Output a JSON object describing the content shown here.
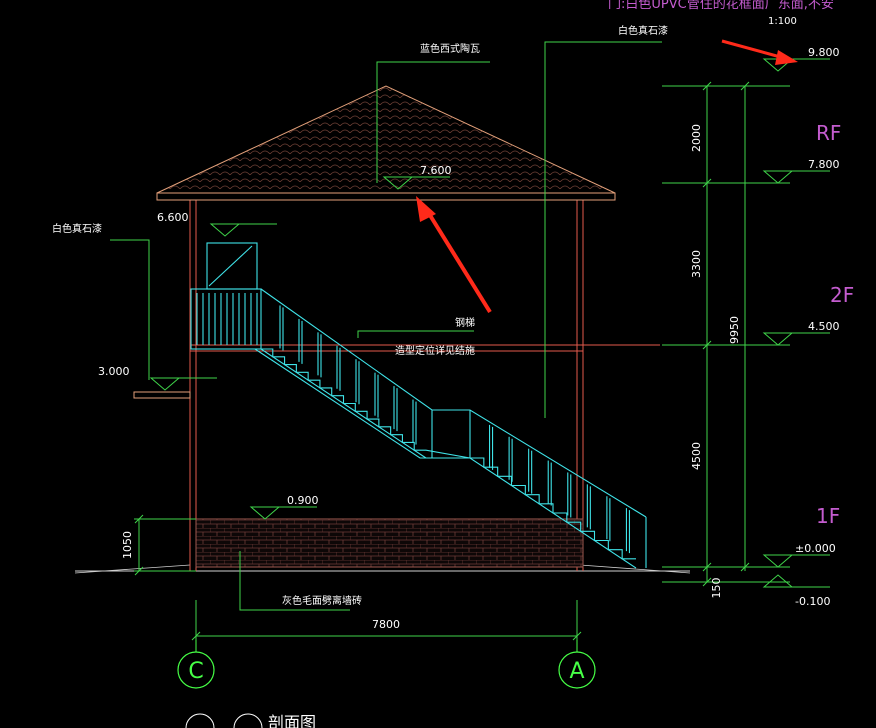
{
  "header": {
    "top_note": "门:白色UPVC管住的花框面厂东面,不安",
    "scale": "1:100"
  },
  "levels": {
    "top": "9.800",
    "rf": "7.800",
    "ridge": "7.600",
    "eave": "6.600",
    "f2": "4.500",
    "canopy": "3.000",
    "wainscot": "0.900",
    "f1": "±0.000",
    "ground": "-0.100"
  },
  "floors": {
    "rf": "RF",
    "f2": "2F",
    "f1": "1F"
  },
  "labels": {
    "roof_tile": "蓝色西式陶瓦",
    "wall_stone_right": "白色真石漆",
    "wall_stone_left": "白色真石漆",
    "stair": "钢梯",
    "stair_note": "造型定位详见结施",
    "base_brick": "灰色毛面劈离墙砖"
  },
  "dimensions": {
    "h_2000": "2000",
    "h_3300": "3300",
    "h_4500": "4500",
    "h_total": "9950",
    "h_150": "150",
    "h_1050": "1050",
    "w_7800": "7800"
  },
  "axes": {
    "left": "C",
    "right": "A"
  },
  "footer": {
    "title": "剖面图"
  },
  "colors": {
    "background": "#000000",
    "wall": "#e35a4d",
    "stair": "#3fe3e8",
    "dimension": "#3fd44a",
    "axis": "#46ff46",
    "arrow": "#ff2a1a",
    "floor_label": "#c45ccf"
  }
}
